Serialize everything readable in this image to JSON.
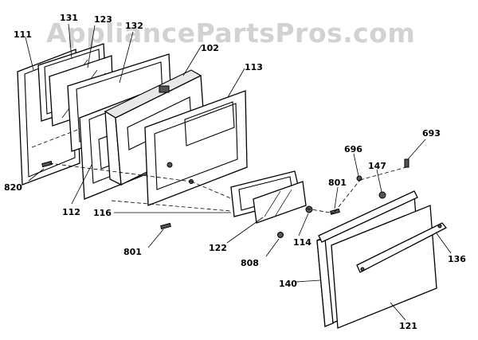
{
  "watermark": "AppliancePartsPros.com",
  "labels": {
    "p111": "111",
    "p131": "131",
    "p123": "123",
    "p132": "132",
    "p102": "102",
    "p113": "113",
    "p820": "820",
    "p112": "112",
    "p116": "116",
    "p801a": "801",
    "p122": "122",
    "p808": "808",
    "p114": "114",
    "p801b": "801",
    "p696": "696",
    "p147": "147",
    "p693": "693",
    "p136": "136",
    "p140": "140",
    "p121": "121"
  }
}
